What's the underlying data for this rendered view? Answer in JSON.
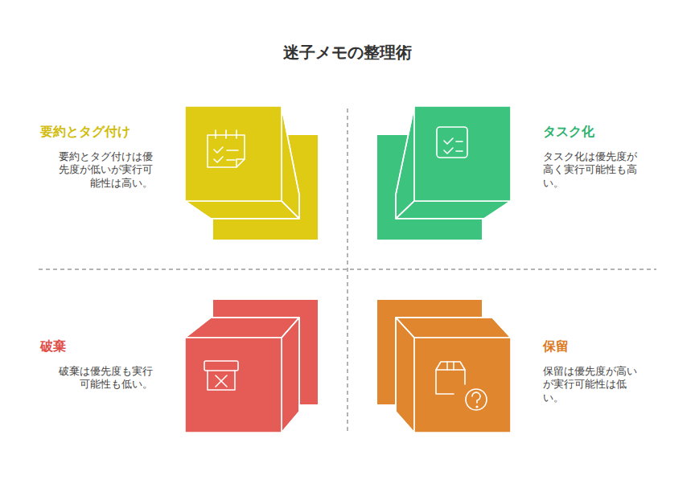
{
  "diagram": {
    "title": "迷子メモの整理術",
    "nodes": [
      {
        "text": [
          "要約とタグ付け",
          "要約とタグ付けは優先度が低いが実行可能性は高い。"
        ]
      },
      {
        "text": [
          "タスク化",
          "タスク化は優先度が高く実行可能性も高い。"
        ]
      },
      {
        "text": [
          "破棄",
          "破棄は優先度も実行可能性も低い。"
        ]
      },
      {
        "text": [
          "保留",
          "保留は優先度が高いが実行可能性は低い。"
        ]
      }
    ]
  }
}
